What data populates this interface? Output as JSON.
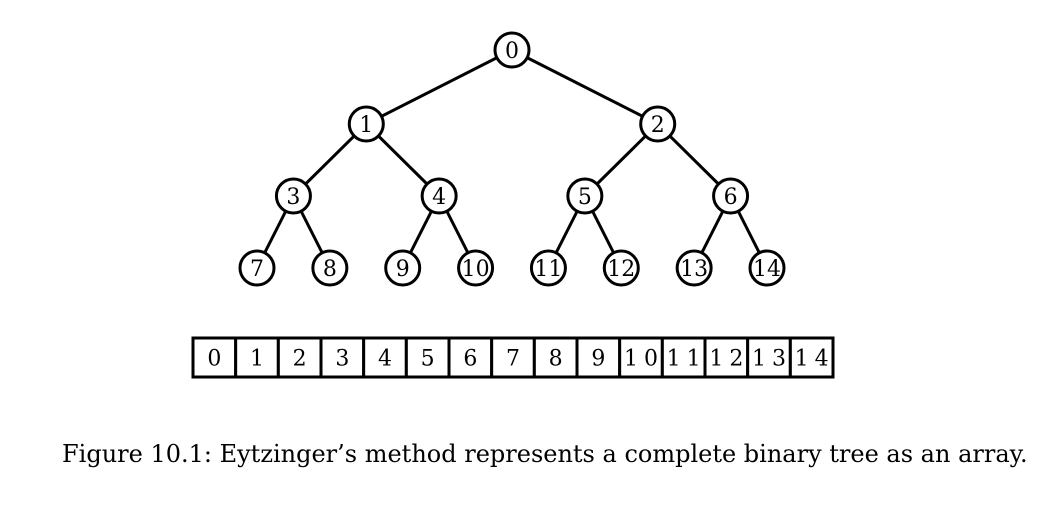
{
  "tree": {
    "nodes": [
      {
        "label": "0"
      },
      {
        "label": "1"
      },
      {
        "label": "2"
      },
      {
        "label": "3"
      },
      {
        "label": "4"
      },
      {
        "label": "5"
      },
      {
        "label": "6"
      },
      {
        "label": "7"
      },
      {
        "label": "8"
      },
      {
        "label": "9"
      },
      {
        "label": "10"
      },
      {
        "label": "11"
      },
      {
        "label": "12"
      },
      {
        "label": "13"
      },
      {
        "label": "14"
      }
    ]
  },
  "array": {
    "cells": [
      "0",
      "1",
      "2",
      "3",
      "4",
      "5",
      "6",
      "7",
      "8",
      "9",
      "10",
      "11",
      "12",
      "13",
      "14"
    ]
  },
  "caption": "Figure 10.1: Eytzinger’s method represents a complete binary tree as an array."
}
